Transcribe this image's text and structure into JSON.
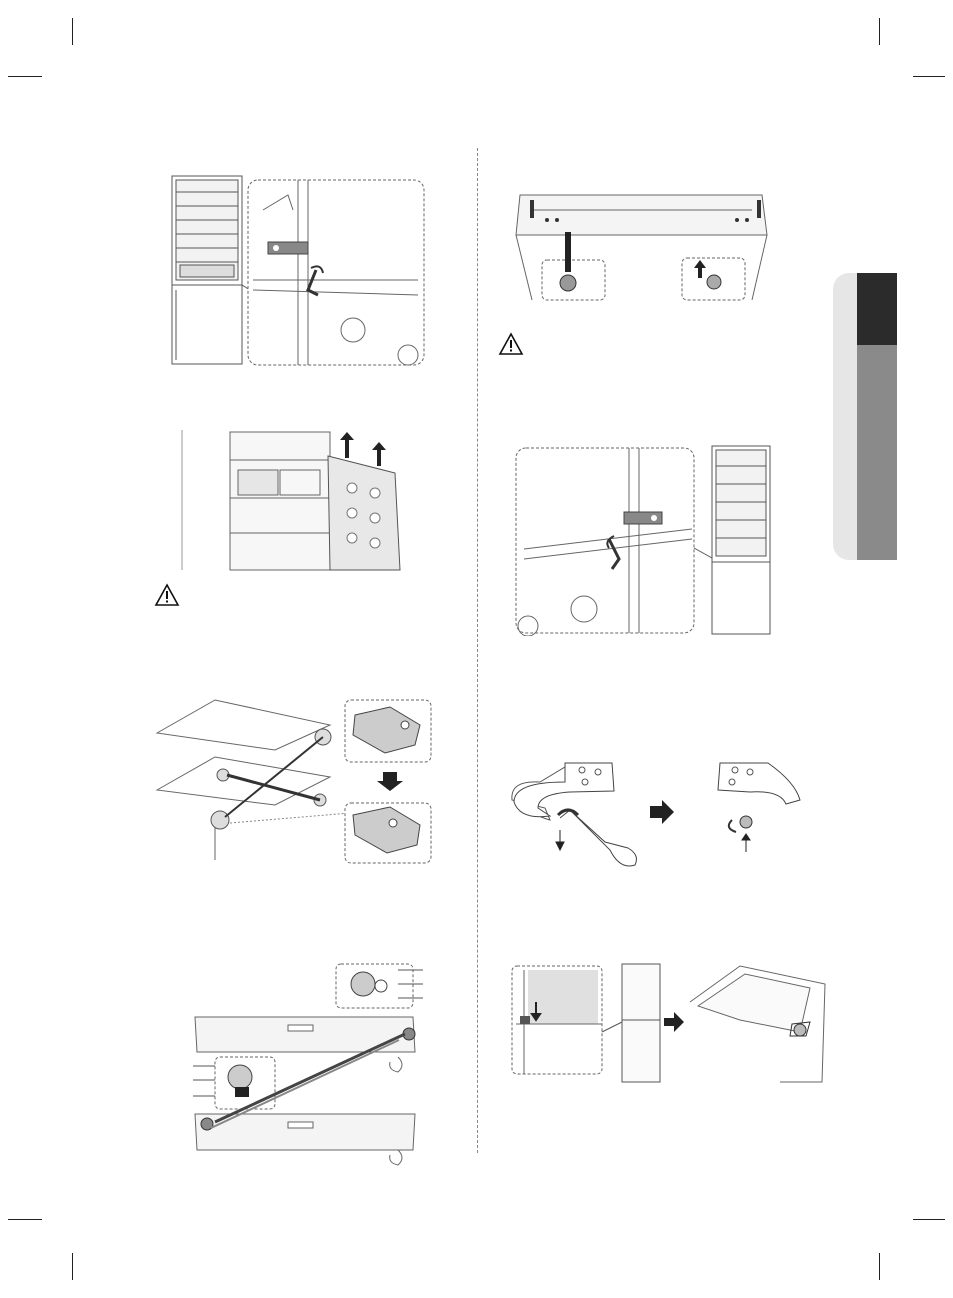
{
  "page": {
    "background": "#ffffff",
    "accent_dark": "#2b2b2b",
    "accent_grey": "#8a8a8a",
    "accent_light": "#e6e6e6"
  },
  "figures": {
    "left": [
      "upper-door-hinge-allen-key",
      "lift-door-off-hinge",
      "swap-hinge-bracket",
      "move-hinge-parts-bottom"
    ],
    "right": [
      "remove-top-cover-screws",
      "refit-hinge-allen-key",
      "reverse-hinge-pin",
      "fit-upper-door"
    ]
  },
  "icons": {
    "warning": "warning-triangle-icon",
    "arrow": "arrow-right-icon"
  }
}
